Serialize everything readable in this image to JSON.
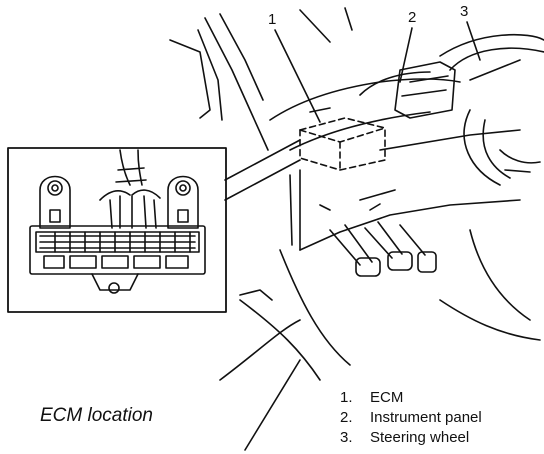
{
  "callouts": [
    {
      "number": "1",
      "target": "ECM"
    },
    {
      "number": "2",
      "target": "Instrument panel"
    },
    {
      "number": "3",
      "target": "Steering wheel"
    }
  ],
  "caption": "ECM location",
  "legend": [
    {
      "number": "1.",
      "label": "ECM"
    },
    {
      "number": "2.",
      "label": "Instrument panel"
    },
    {
      "number": "3.",
      "label": "Steering wheel"
    }
  ],
  "colors": {
    "ink": "#111111",
    "paper": "#ffffff"
  }
}
